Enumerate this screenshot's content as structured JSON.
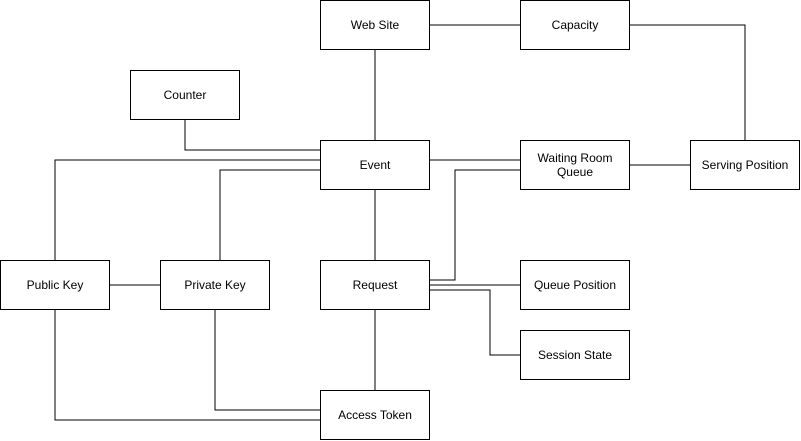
{
  "diagram": {
    "nodes": [
      {
        "id": "web-site",
        "label": "Web Site"
      },
      {
        "id": "capacity",
        "label": "Capacity"
      },
      {
        "id": "counter",
        "label": "Counter"
      },
      {
        "id": "event",
        "label": "Event"
      },
      {
        "id": "waiting-room-queue",
        "label": "Waiting Room\nQueue"
      },
      {
        "id": "serving-position",
        "label": "Serving Position"
      },
      {
        "id": "public-key",
        "label": "Public Key"
      },
      {
        "id": "private-key",
        "label": "Private Key"
      },
      {
        "id": "request",
        "label": "Request"
      },
      {
        "id": "queue-position",
        "label": "Queue Position"
      },
      {
        "id": "session-state",
        "label": "Session State"
      },
      {
        "id": "access-token",
        "label": "Access Token"
      }
    ],
    "edges": [
      {
        "from": "web-site",
        "to": "capacity"
      },
      {
        "from": "web-site",
        "to": "event"
      },
      {
        "from": "capacity",
        "to": "serving-position"
      },
      {
        "from": "counter",
        "to": "event"
      },
      {
        "from": "public-key",
        "to": "event"
      },
      {
        "from": "private-key",
        "to": "event"
      },
      {
        "from": "event",
        "to": "waiting-room-queue"
      },
      {
        "from": "waiting-room-queue",
        "to": "serving-position"
      },
      {
        "from": "event",
        "to": "request"
      },
      {
        "from": "request",
        "to": "waiting-room-queue"
      },
      {
        "from": "public-key",
        "to": "private-key"
      },
      {
        "from": "request",
        "to": "queue-position"
      },
      {
        "from": "request",
        "to": "session-state"
      },
      {
        "from": "request",
        "to": "access-token"
      },
      {
        "from": "public-key",
        "to": "access-token"
      },
      {
        "from": "private-key",
        "to": "access-token"
      }
    ]
  },
  "colors": {
    "line": "#000000",
    "node_border": "#000000",
    "node_fill": "#ffffff"
  }
}
